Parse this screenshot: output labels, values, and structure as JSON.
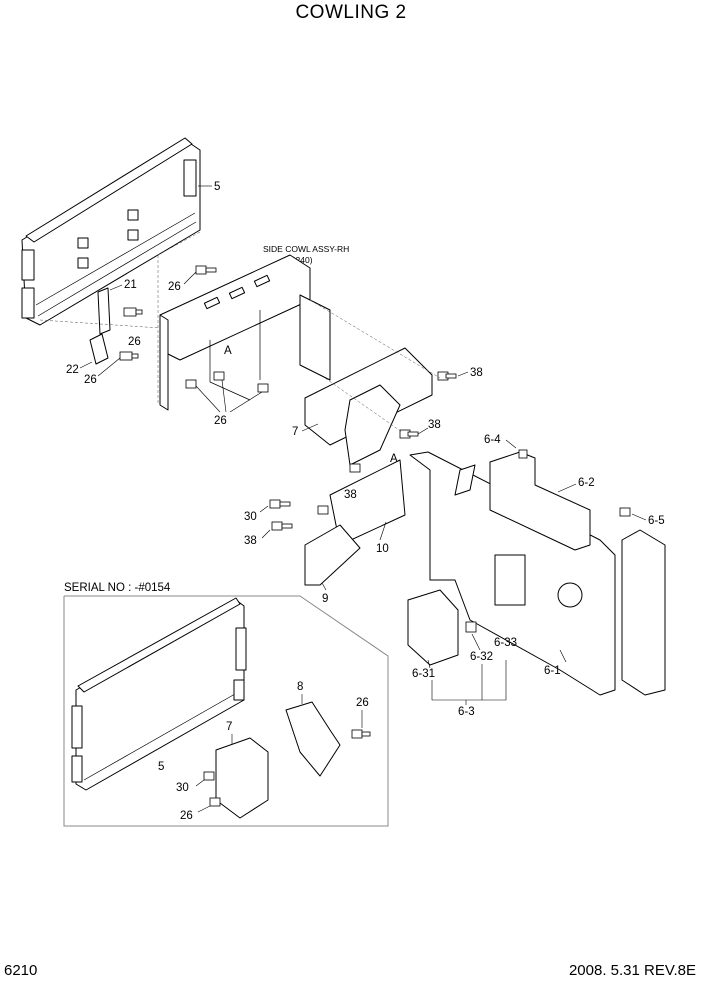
{
  "title": "COWLING 2",
  "page_number": "6210",
  "revision": "2008. 5.31  REV.8E",
  "subassembly_label": "SIDE COWL ASSY-RH",
  "subassembly_ref": "(6240)",
  "serial_label": "SERIAL NO : -#0154",
  "point_a": "A",
  "callouts": {
    "c5": "5",
    "c21": "21",
    "c22": "22",
    "c26a": "26",
    "c26b": "26",
    "c26c": "26",
    "c26d": "26",
    "c7": "7",
    "c38a": "38",
    "c38b": "38",
    "c38c": "38",
    "c38d": "38",
    "c30": "30",
    "c9": "9",
    "c10": "10",
    "c64": "6-4",
    "c62": "6-2",
    "c65": "6-5",
    "c61": "6-1",
    "c631": "6-31",
    "c632": "6-32",
    "c633": "6-33",
    "c63": "6-3",
    "s5": "5",
    "s7": "7",
    "s8": "8",
    "s26a": "26",
    "s26b": "26",
    "s30": "30"
  }
}
